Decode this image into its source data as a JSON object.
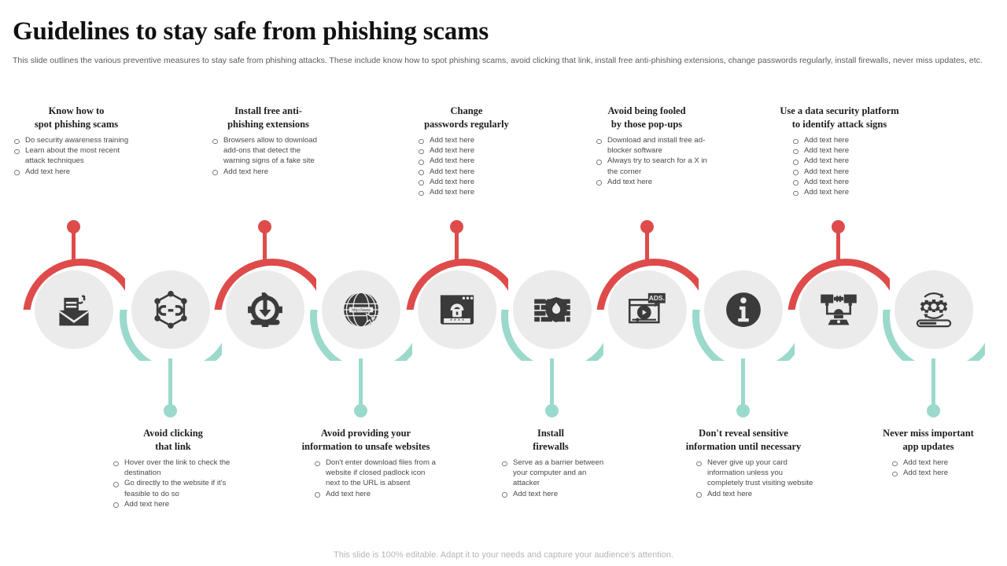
{
  "header": {
    "title": "Guidelines to stay safe from phishing scams",
    "subtitle": "This slide outlines the various preventive measures to stay safe from phishing attacks. These include know how to spot phishing scams, avoid clicking that link, install free anti-phishing extensions, change passwords regularly, install firewalls, never miss updates, etc."
  },
  "footer": {
    "note": "This slide is 100% editable. Adapt it to your needs and capture your audience's attention."
  },
  "colors": {
    "red": "#de4b4b",
    "teal": "#9bd9cc",
    "circle": "#ebebeb",
    "icon": "#3b3b3b"
  },
  "top_blocks": [
    {
      "heading": "Know how to\nspot phishing scams",
      "bullets": [
        "Do security awareness training",
        "Learn about the most recent attack techniques",
        "Add text here"
      ]
    },
    {
      "heading": "Install free anti-\nphishing extensions",
      "bullets": [
        "Browsers allow to download add-ons that detect the warning signs of a fake site",
        "Add text here"
      ]
    },
    {
      "heading": "Change\npasswords regularly",
      "bullets": [
        "Add text here",
        "Add text here",
        "Add text here",
        "Add text here",
        "Add text here",
        "Add text here"
      ]
    },
    {
      "heading": "Avoid being fooled\nby those pop-ups",
      "bullets": [
        "Download and install free ad-blocker software",
        "Always try to search for a X in the corner",
        "Add text here"
      ]
    },
    {
      "heading": "Use a data security platform\nto identify attack signs",
      "bullets": [
        "Add text here",
        "Add text here",
        "Add text here",
        "Add text here",
        "Add text here",
        "Add text here"
      ]
    }
  ],
  "bottom_blocks": [
    {
      "heading": "Avoid clicking\nthat link",
      "bullets": [
        "Hover over the link to check the destination",
        "Go directly to the website if it's feasible to do so",
        "Add text here"
      ]
    },
    {
      "heading": "Avoid providing your\ninformation to unsafe websites",
      "bullets": [
        "Don't enter download files from a website if closed padlock icon next to the URL is absent",
        "Add text here"
      ]
    },
    {
      "heading": "Install\nfirewalls",
      "bullets": [
        "Serve as a barrier between your computer and an attacker",
        "Add text here"
      ]
    },
    {
      "heading": "Don't reveal sensitive\ninformation until necessary",
      "bullets": [
        "Never give up your card information unless you completely trust visiting website",
        "Add text here"
      ]
    },
    {
      "heading": "Never miss important\napp updates",
      "bullets": [
        "Add text here",
        "Add text here"
      ]
    }
  ],
  "nodes": [
    {
      "icon": "phishing-email-icon",
      "arc": "up",
      "accent": "#de4b4b"
    },
    {
      "icon": "broken-link-icon",
      "arc": "down",
      "accent": "#9bd9cc"
    },
    {
      "icon": "download-extension-icon",
      "arc": "up",
      "accent": "#de4b4b"
    },
    {
      "icon": "globe-url-click-icon",
      "arc": "down",
      "accent": "#9bd9cc"
    },
    {
      "icon": "password-lock-icon",
      "arc": "up",
      "accent": "#de4b4b"
    },
    {
      "icon": "firewall-shield-icon",
      "arc": "down",
      "accent": "#9bd9cc"
    },
    {
      "icon": "ads-popup-icon",
      "arc": "up",
      "accent": "#de4b4b"
    },
    {
      "icon": "info-circle-icon",
      "arc": "down",
      "accent": "#9bd9cc"
    },
    {
      "icon": "hacker-network-icon",
      "arc": "up",
      "accent": "#de4b4b"
    },
    {
      "icon": "gears-update-icon",
      "arc": "down",
      "accent": "#9bd9cc"
    }
  ]
}
